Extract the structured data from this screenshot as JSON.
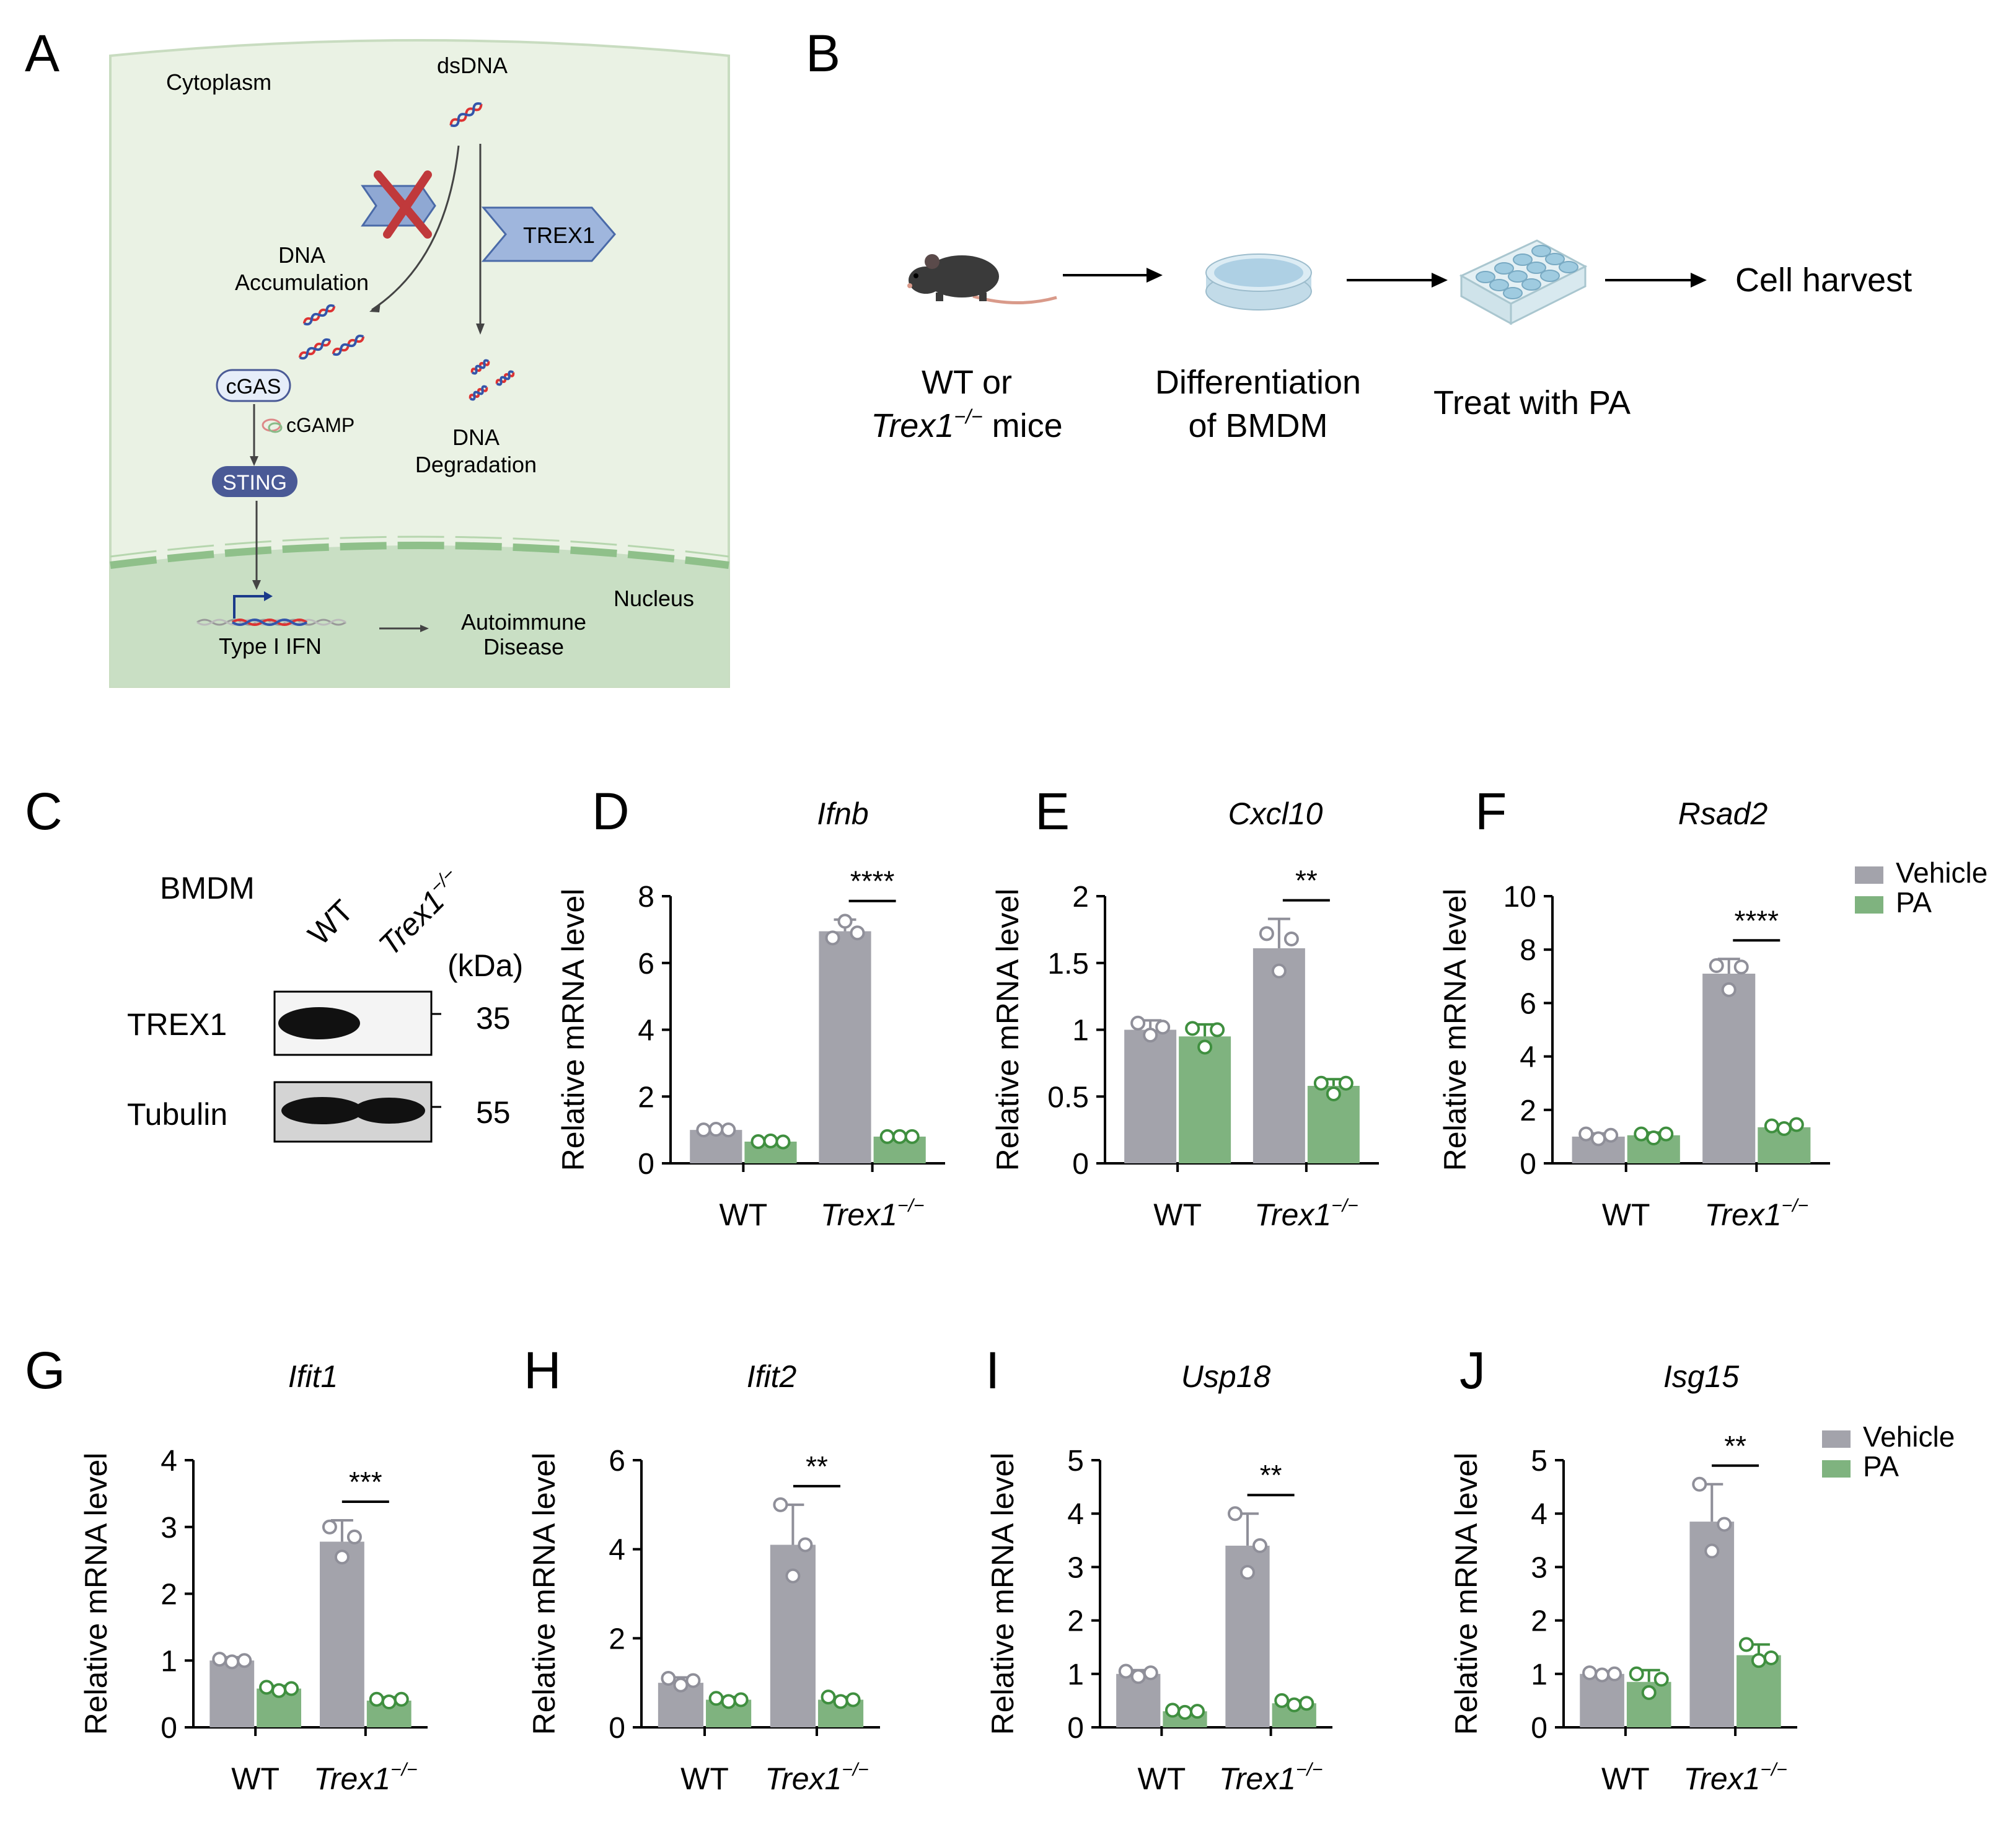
{
  "panels": {
    "A": {
      "letter": "A",
      "cytoplasm": "Cytoplasm",
      "dsdna": "dsDNA",
      "trex1": "TREX1",
      "dna_accumulation_1": "DNA",
      "dna_accumulation_2": "Accumulation",
      "dna_degradation_1": "DNA",
      "dna_degradation_2": "Degradation",
      "cgas": "cGAS",
      "cgamp": "cGAMP",
      "sting": "STING",
      "nucleus": "Nucleus",
      "type1ifn": "Type I IFN",
      "autoimmune_1": "Autoimmune",
      "autoimmune_2": "Disease",
      "colors": {
        "cytoplasm": "#eaf2e4",
        "nucleus": "#c9dfc4",
        "membrane": "#8fc08a",
        "trex1": "#9fb6dd",
        "sting": "#4a5a96"
      }
    },
    "B": {
      "letter": "B",
      "step1_line1": "WT or",
      "step1_gene": "Trex1",
      "step1_sup": "−/−",
      "step1_tail": " mice",
      "step2_line1": "Differentiation",
      "step2_line2": "of BMDM",
      "step3": "Treat with PA",
      "step4": "Cell harvest"
    },
    "C": {
      "letter": "C",
      "cell": "BMDM",
      "lane_wt": "WT",
      "lane_ko": "Trex1",
      "lane_ko_sup": "−/−",
      "kda": "(kDa)",
      "row1": "TREX1",
      "row1_kda": "35",
      "row2": "Tubulin",
      "row2_kda": "55"
    }
  },
  "legend": {
    "vehicle": "Vehicle",
    "pa": "PA"
  },
  "colors": {
    "vehicle": "#a3a3ab",
    "pa": "#7fb37f",
    "vehicle_point": "#8f8f99",
    "pa_point": "#3f8f3f"
  },
  "chart_data": [
    {
      "id": "D",
      "letter": "D",
      "type": "bar",
      "title": "Ifnb",
      "ylabel": "Relative mRNA level",
      "ylim": [
        0,
        8
      ],
      "yticks": [
        "0",
        "2",
        "4",
        "6",
        "8"
      ],
      "categories": [
        "WT",
        "Trex1"
      ],
      "cat_sup": [
        "",
        "−/−"
      ],
      "series": [
        {
          "name": "Vehicle",
          "values": [
            1.0,
            6.95
          ],
          "err": [
            0.05,
            0.35
          ],
          "points": [
            [
              1.0,
              1.02,
              1.0
            ],
            [
              6.75,
              7.25,
              6.9
            ]
          ]
        },
        {
          "name": "PA",
          "values": [
            0.65,
            0.8
          ],
          "err": [
            0.03,
            0.03
          ],
          "points": [
            [
              0.65,
              0.67,
              0.64
            ],
            [
              0.8,
              0.8,
              0.8
            ]
          ]
        }
      ],
      "sig": "****",
      "legend": false
    },
    {
      "id": "E",
      "letter": "E",
      "type": "bar",
      "title": "Cxcl10",
      "ylabel": "Relative mRNA level",
      "ylim": [
        0,
        2
      ],
      "yticks": [
        "0",
        "0.5",
        "1",
        "1.5",
        "2"
      ],
      "categories": [
        "WT",
        "Trex1"
      ],
      "cat_sup": [
        "",
        "−/−"
      ],
      "series": [
        {
          "name": "Vehicle",
          "values": [
            1.0,
            1.61
          ],
          "err": [
            0.07,
            0.22
          ],
          "points": [
            [
              1.05,
              0.96,
              1.02
            ],
            [
              1.72,
              1.44,
              1.68
            ]
          ]
        },
        {
          "name": "PA",
          "values": [
            0.95,
            0.58
          ],
          "err": [
            0.09,
            0.05
          ],
          "points": [
            [
              1.01,
              0.87,
              1.0
            ],
            [
              0.6,
              0.52,
              0.6
            ]
          ]
        }
      ],
      "sig": "**",
      "legend": false
    },
    {
      "id": "F",
      "letter": "F",
      "type": "bar",
      "title": "Rsad2",
      "ylabel": "Relative mRNA level",
      "ylim": [
        0,
        10
      ],
      "yticks": [
        "0",
        "2",
        "4",
        "6",
        "8",
        "10"
      ],
      "categories": [
        "WT",
        "Trex1"
      ],
      "cat_sup": [
        "",
        "−/−"
      ],
      "series": [
        {
          "name": "Vehicle",
          "values": [
            1.0,
            7.1
          ],
          "err": [
            0.12,
            0.55
          ],
          "points": [
            [
              1.1,
              0.92,
              1.05
            ],
            [
              7.4,
              6.5,
              7.35
            ]
          ]
        },
        {
          "name": "PA",
          "values": [
            1.05,
            1.35
          ],
          "err": [
            0.1,
            0.1
          ],
          "points": [
            [
              1.1,
              0.95,
              1.1
            ],
            [
              1.4,
              1.3,
              1.45
            ]
          ]
        }
      ],
      "sig": "****",
      "legend": true
    },
    {
      "id": "G",
      "letter": "G",
      "type": "bar",
      "title": "Ifit1",
      "ylabel": "Relative mRNA level",
      "ylim": [
        0,
        4
      ],
      "yticks": [
        "0",
        "1",
        "2",
        "3",
        "4"
      ],
      "categories": [
        "WT",
        "Trex1"
      ],
      "cat_sup": [
        "",
        "−/−"
      ],
      "series": [
        {
          "name": "Vehicle",
          "values": [
            1.0,
            2.78
          ],
          "err": [
            0.05,
            0.32
          ],
          "points": [
            [
              1.02,
              0.98,
              1.0
            ],
            [
              3.0,
              2.55,
              2.85
            ]
          ]
        },
        {
          "name": "PA",
          "values": [
            0.58,
            0.4
          ],
          "err": [
            0.04,
            0.05
          ],
          "points": [
            [
              0.6,
              0.55,
              0.58
            ],
            [
              0.42,
              0.38,
              0.42
            ]
          ]
        }
      ],
      "sig": "***",
      "legend": false
    },
    {
      "id": "H",
      "letter": "H",
      "type": "bar",
      "title": "Ifit2",
      "ylabel": "Relative mRNA level",
      "ylim": [
        0,
        6
      ],
      "yticks": [
        "0",
        "2",
        "4",
        "6"
      ],
      "categories": [
        "WT",
        "Trex1"
      ],
      "cat_sup": [
        "",
        "−/−"
      ],
      "series": [
        {
          "name": "Vehicle",
          "values": [
            1.0,
            4.1
          ],
          "err": [
            0.12,
            0.9
          ],
          "points": [
            [
              1.1,
              0.95,
              1.05
            ],
            [
              5.0,
              3.4,
              4.1
            ]
          ]
        },
        {
          "name": "PA",
          "values": [
            0.62,
            0.62
          ],
          "err": [
            0.06,
            0.06
          ],
          "points": [
            [
              0.65,
              0.58,
              0.62
            ],
            [
              0.68,
              0.58,
              0.62
            ]
          ]
        }
      ],
      "sig": "**",
      "legend": false
    },
    {
      "id": "I",
      "letter": "I",
      "type": "bar",
      "title": "Usp18",
      "ylabel": "Relative mRNA level",
      "ylim": [
        0,
        5
      ],
      "yticks": [
        "0",
        "1",
        "2",
        "3",
        "4",
        "5"
      ],
      "categories": [
        "WT",
        "Trex1"
      ],
      "cat_sup": [
        "",
        "−/−"
      ],
      "series": [
        {
          "name": "Vehicle",
          "values": [
            1.0,
            3.4
          ],
          "err": [
            0.07,
            0.6
          ],
          "points": [
            [
              1.05,
              0.95,
              1.02
            ],
            [
              4.0,
              2.9,
              3.4
            ]
          ]
        },
        {
          "name": "PA",
          "values": [
            0.3,
            0.45
          ],
          "err": [
            0.04,
            0.05
          ],
          "points": [
            [
              0.32,
              0.28,
              0.3
            ],
            [
              0.5,
              0.42,
              0.45
            ]
          ]
        }
      ],
      "sig": "**",
      "legend": false
    },
    {
      "id": "J",
      "letter": "J",
      "type": "bar",
      "title": "Isg15",
      "ylabel": "Relative mRNA level",
      "ylim": [
        0,
        5
      ],
      "yticks": [
        "0",
        "1",
        "2",
        "3",
        "4",
        "5"
      ],
      "categories": [
        "WT",
        "Trex1"
      ],
      "cat_sup": [
        "",
        "−/−"
      ],
      "series": [
        {
          "name": "Vehicle",
          "values": [
            1.0,
            3.85
          ],
          "err": [
            0.05,
            0.7
          ],
          "points": [
            [
              1.02,
              0.98,
              1.0
            ],
            [
              4.55,
              3.3,
              3.8
            ]
          ]
        },
        {
          "name": "PA",
          "values": [
            0.85,
            1.35
          ],
          "err": [
            0.22,
            0.2
          ],
          "points": [
            [
              1.0,
              0.65,
              0.9
            ],
            [
              1.55,
              1.25,
              1.3
            ]
          ]
        }
      ],
      "sig": "**",
      "legend": true
    }
  ]
}
